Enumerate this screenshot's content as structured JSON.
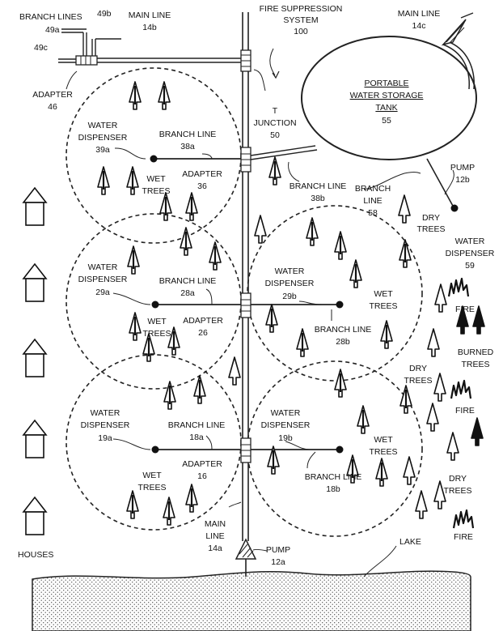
{
  "labels": {
    "system": [
      "FIRE SUPPRESSION",
      "SYSTEM",
      "100"
    ],
    "branch_lines_top": "BRANCH LINES",
    "l49a": "49a",
    "l49b": "49b",
    "l49c": "49c",
    "main_line_b": [
      "MAIN LINE",
      "14b"
    ],
    "main_line_c": [
      "MAIN LINE",
      "14c"
    ],
    "adapter_46": [
      "ADAPTER",
      "46"
    ],
    "tank": [
      "PORTABLE",
      "WATER STORAGE",
      "TANK",
      "55"
    ],
    "t_junction": [
      "T",
      "JUNCTION",
      "50"
    ],
    "pump_b": [
      "PUMP",
      "12b"
    ],
    "branch_38b": [
      "BRANCH LINE",
      "38b"
    ],
    "branch_58": [
      "BRANCH",
      "LINE",
      "58"
    ],
    "water_59": [
      "WATER",
      "DISPENSER",
      "59"
    ],
    "dry_1": [
      "DRY",
      "TREES"
    ],
    "water_39a": [
      "WATER",
      "DISPENSER",
      "39a"
    ],
    "branch_38a": [
      "BRANCH LINE",
      "38a"
    ],
    "adapter_36": [
      "ADAPTER",
      "36"
    ],
    "wet_1": [
      "WET",
      "TREES"
    ],
    "water_29a": [
      "WATER",
      "DISPENSER",
      "29a"
    ],
    "branch_28a": [
      "BRANCH LINE",
      "28a"
    ],
    "adapter_26": [
      "ADAPTER",
      "26"
    ],
    "wet_2": [
      "WET",
      "TREES"
    ],
    "water_29b": [
      "WATER",
      "DISPENSER",
      "29b"
    ],
    "wet_3": [
      "WET",
      "TREES"
    ],
    "branch_28b": [
      "BRANCH LINE",
      "28b"
    ],
    "fire_1": "FIRE",
    "burned": [
      "BURNED",
      "TREES"
    ],
    "dry_2": [
      "DRY",
      "TREES"
    ],
    "fire_2": "FIRE",
    "water_19a": [
      "WATER",
      "DISPENSER",
      "19a"
    ],
    "branch_18a": [
      "BRANCH LINE",
      "18a"
    ],
    "adapter_16": [
      "ADAPTER",
      "16"
    ],
    "wet_4": [
      "WET",
      "TREES"
    ],
    "water_19b": [
      "WATER",
      "DISPENSER",
      "19b"
    ],
    "wet_5": [
      "WET",
      "TREES"
    ],
    "branch_18b": [
      "BRANCH LINE",
      "18b"
    ],
    "dry_3": [
      "DRY",
      "TREES"
    ],
    "fire_3": "FIRE",
    "main_line_a": [
      "MAIN",
      "LINE",
      "14a"
    ],
    "pump_a": [
      "PUMP",
      "12a"
    ],
    "lake": "LAKE",
    "houses": "HOUSES"
  }
}
